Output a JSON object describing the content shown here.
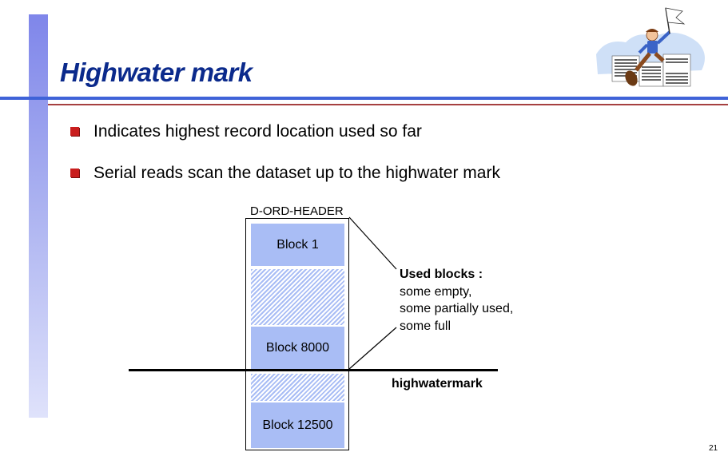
{
  "slide": {
    "title": "Highwater mark",
    "page_number": "21"
  },
  "bullets": [
    {
      "text": "Indicates highest record location used so far"
    },
    {
      "text": "Serial reads scan the dataset up to the highwater mark"
    }
  ],
  "diagram": {
    "dataset_label": "D-ORD-HEADER",
    "blocks": [
      {
        "label": "Block 1"
      },
      {
        "label": ""
      },
      {
        "label": "Block 8000"
      },
      {
        "label": ""
      },
      {
        "label": "Block 12500"
      }
    ],
    "annotation": {
      "heading": "Used blocks :",
      "lines": [
        "some empty,",
        "some partially used,",
        "some full"
      ]
    },
    "highwater_label": "highwatermark"
  },
  "colors": {
    "title": "#0b2a8c",
    "bullet": "#c91e1e",
    "block_fill": "#a9bdf5",
    "rule_blue": "#3f63d8",
    "rule_red": "#a64040"
  }
}
